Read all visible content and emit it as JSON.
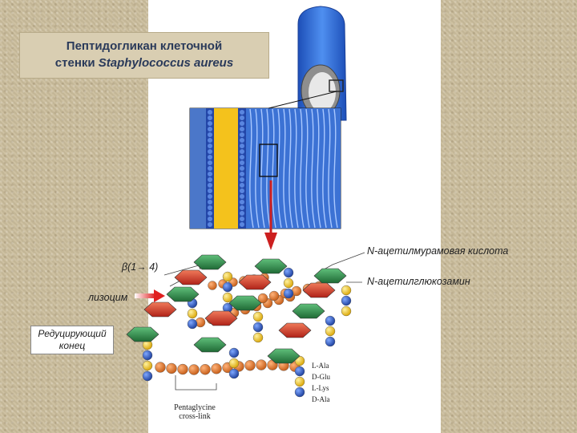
{
  "title": {
    "line1": "Пептидогликан клеточной",
    "line2_prefix": "стенки ",
    "line2_species": "Staphylococcus aureus"
  },
  "labels": {
    "murnac": "N-ацетилмурамовая кислота",
    "glcnac": "N-ацетилглюкозамин",
    "bond": "β(1→ 4)",
    "lysozyme": "лизоцим",
    "reducing_end_line1": "Редуцирующий",
    "reducing_end_line2": "конец",
    "pentaglycine_line1": "Pentaglycine",
    "pentaglycine_line2": "cross-link"
  },
  "amino_acids": [
    "L-Ala",
    "D-Glu",
    "L-Lys",
    "D-Ala"
  ],
  "colors": {
    "glcnac": "#2f8a4a",
    "murnac": "#d63a2a",
    "peptide": "#f2c21b",
    "peptide_alt": "#2a4fb0",
    "glycine": "#e07a2a",
    "arrow": "#cc1f1f",
    "cell": "#2f6fd6"
  }
}
